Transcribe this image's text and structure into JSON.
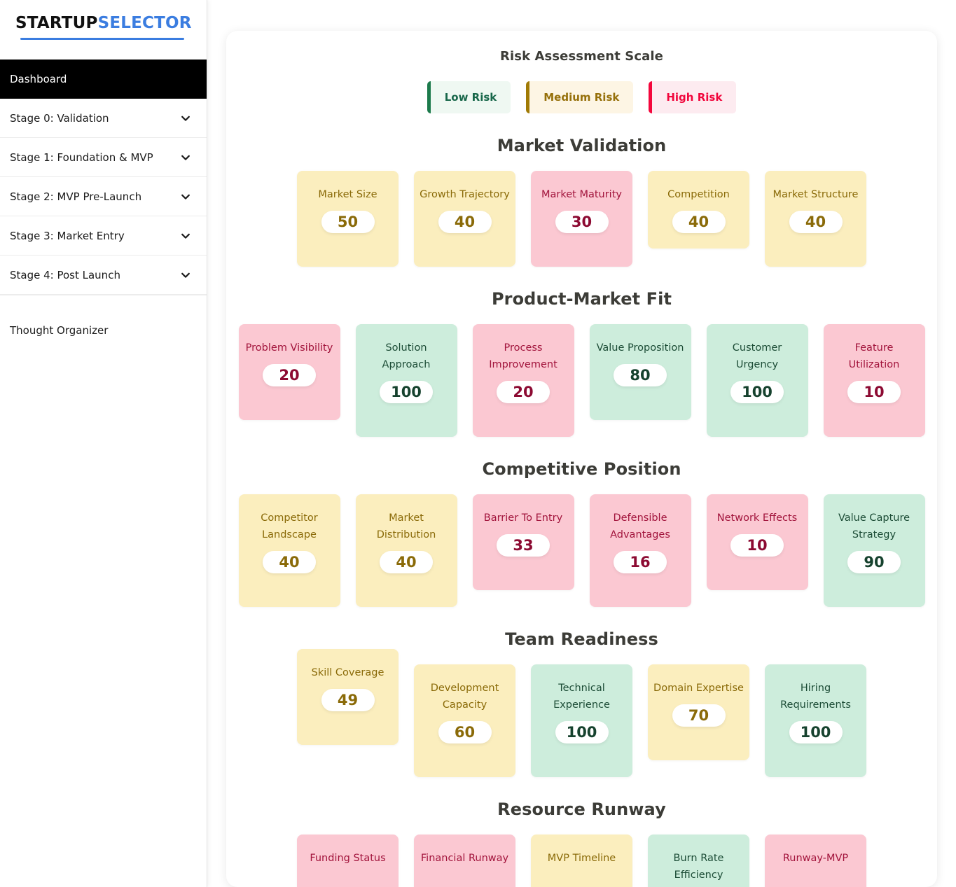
{
  "sidebar": {
    "logo": {
      "primary": "STARTUP",
      "secondary": "SELECTOR"
    },
    "items": [
      {
        "label": "Dashboard",
        "active": true,
        "chevron": false
      },
      {
        "label": "Stage 0: Validation",
        "active": false,
        "chevron": true
      },
      {
        "label": "Stage 1: Foundation & MVP",
        "active": false,
        "chevron": true
      },
      {
        "label": "Stage 2: MVP Pre-Launch",
        "active": false,
        "chevron": true
      },
      {
        "label": "Stage 3: Market Entry",
        "active": false,
        "chevron": true
      },
      {
        "label": "Stage 4: Post Launch",
        "active": false,
        "chevron": true
      }
    ],
    "footer_items": [
      {
        "label": "Thought Organizer"
      }
    ]
  },
  "legend": {
    "title": "Risk Assessment Scale",
    "items": [
      {
        "label": "Low Risk",
        "level": "low",
        "color": "#1c7a4b"
      },
      {
        "label": "Medium Risk",
        "level": "medium",
        "color": "#a07a05"
      },
      {
        "label": "High Risk",
        "level": "high",
        "color": "#f4063c"
      }
    ]
  },
  "sections": [
    {
      "title": "Market Validation",
      "cards": [
        {
          "label": "Market Size",
          "value": "50",
          "level": "medium",
          "offset": "none",
          "grow": "1"
        },
        {
          "label": "Growth Trajectory",
          "value": "40",
          "level": "medium",
          "offset": "none",
          "grow": "1"
        },
        {
          "label": "Market Maturity",
          "value": "30",
          "level": "high",
          "offset": "none",
          "grow": "1"
        },
        {
          "label": "Competition",
          "value": "40",
          "level": "medium",
          "offset": "none",
          "grow": "0"
        },
        {
          "label": "Market Structure",
          "value": "40",
          "level": "medium",
          "offset": "none",
          "grow": "1"
        }
      ]
    },
    {
      "title": "Product-Market Fit",
      "cards": [
        {
          "label": "Problem Visibility",
          "value": "20",
          "level": "high",
          "offset": "none",
          "grow": "1"
        },
        {
          "label": "Solution Approach",
          "value": "100",
          "level": "low",
          "offset": "none",
          "grow": "1"
        },
        {
          "label": "Process Improvement",
          "value": "20",
          "level": "high",
          "offset": "none",
          "grow": "1"
        },
        {
          "label": "Value Proposition",
          "value": "80",
          "level": "low",
          "offset": "none",
          "grow": "1"
        },
        {
          "label": "Customer Urgency",
          "value": "100",
          "level": "low",
          "offset": "none",
          "grow": "1"
        },
        {
          "label": "Feature Utilization",
          "value": "10",
          "level": "high",
          "offset": "none",
          "grow": "1"
        }
      ]
    },
    {
      "title": "Competitive Position",
      "cards": [
        {
          "label": "Competitor Landscape",
          "value": "40",
          "level": "medium",
          "offset": "none",
          "grow": "1"
        },
        {
          "label": "Market Distribution",
          "value": "40",
          "level": "medium",
          "offset": "none",
          "grow": "1"
        },
        {
          "label": "Barrier To Entry",
          "value": "33",
          "level": "high",
          "offset": "none",
          "grow": "1"
        },
        {
          "label": "Defensible Advantages",
          "value": "16",
          "level": "high",
          "offset": "none",
          "grow": "1"
        },
        {
          "label": "Network Effects",
          "value": "10",
          "level": "high",
          "offset": "none",
          "grow": "1"
        },
        {
          "label": "Value Capture Strategy",
          "value": "90",
          "level": "low",
          "offset": "none",
          "grow": "1"
        }
      ]
    },
    {
      "title": "Team Readiness",
      "cards": [
        {
          "label": "Skill Coverage",
          "value": "49",
          "level": "medium",
          "offset": "up",
          "grow": "1"
        },
        {
          "label": "Development Capacity",
          "value": "60",
          "level": "medium",
          "offset": "none",
          "grow": "1"
        },
        {
          "label": "Technical Experience",
          "value": "100",
          "level": "low",
          "offset": "none",
          "grow": "1"
        },
        {
          "label": "Domain Expertise",
          "value": "70",
          "level": "medium",
          "offset": "none",
          "grow": "1"
        },
        {
          "label": "Hiring Requirements",
          "value": "100",
          "level": "low",
          "offset": "none",
          "grow": "1"
        }
      ]
    },
    {
      "title": "Resource Runway",
      "cards": [
        {
          "label": "Funding Status",
          "value": "",
          "level": "high",
          "offset": "none",
          "grow": "1"
        },
        {
          "label": "Financial Runway",
          "value": "",
          "level": "high",
          "offset": "none",
          "grow": "1"
        },
        {
          "label": "MVP Timeline",
          "value": "",
          "level": "medium",
          "offset": "none",
          "grow": "1"
        },
        {
          "label": "Burn Rate Efficiency",
          "value": "",
          "level": "low",
          "offset": "none",
          "grow": "1"
        },
        {
          "label": "Runway-MVP",
          "value": "",
          "level": "high",
          "offset": "none",
          "grow": "1"
        }
      ]
    }
  ]
}
